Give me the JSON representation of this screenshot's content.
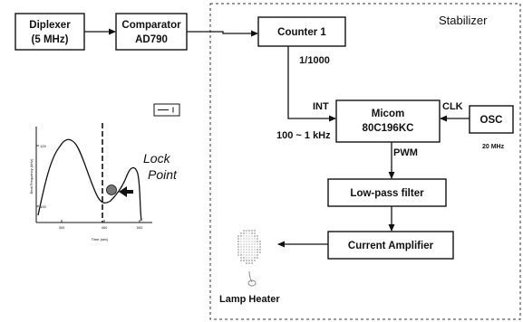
{
  "stabilizer": {
    "title": "Stabilizer"
  },
  "blocks": {
    "diplexer": {
      "line1": "Diplexer",
      "line2": "(5 MHz)"
    },
    "comparator": {
      "line1": "Comparator",
      "line2": "AD790"
    },
    "counter": {
      "label": "Counter 1"
    },
    "micom": {
      "line1": "Micom",
      "line2": "80C196KC"
    },
    "osc": {
      "label": "OSC"
    },
    "lowpass": {
      "label": "Low-pass filter"
    },
    "amplifier": {
      "label": "Current Amplifier"
    }
  },
  "labels": {
    "divider": "1/1000",
    "int": "INT",
    "int_range": "100 ~ 1 kHz",
    "clk": "CLK",
    "osc_freq": "20 MHz",
    "pwm": "PWM",
    "lamp_heater": "Lamp Heater"
  },
  "inset_plot": {
    "annotation_line1": "Lock",
    "annotation_line2": "Point",
    "ylabel": "Beat Frequency (kHz)",
    "xlabel": "Time (sec)",
    "y_ticks": [
      "125",
      "100"
    ],
    "x_ticks": [
      "300",
      "400",
      "500"
    ]
  },
  "colors": {
    "line": "#111111",
    "border_dash": "#333333",
    "lamp_dots": "#9a9a9a"
  }
}
